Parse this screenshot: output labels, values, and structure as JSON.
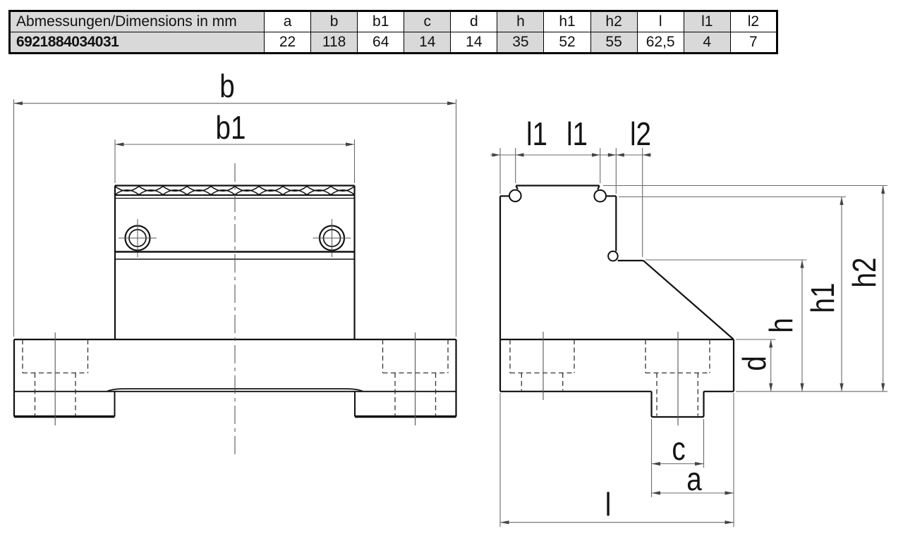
{
  "table": {
    "header_label": "Abmessungen/Dimensions in mm",
    "row_label": "6921884034031",
    "columns": [
      {
        "name": "a",
        "value": "22"
      },
      {
        "name": "b",
        "value": "118"
      },
      {
        "name": "b1",
        "value": "64"
      },
      {
        "name": "c",
        "value": "14"
      },
      {
        "name": "d",
        "value": "14"
      },
      {
        "name": "h",
        "value": "35"
      },
      {
        "name": "h1",
        "value": "52"
      },
      {
        "name": "h2",
        "value": "55"
      },
      {
        "name": "l",
        "value": "62,5"
      },
      {
        "name": "l1",
        "value": "4"
      },
      {
        "name": "l2",
        "value": "7"
      }
    ]
  },
  "front_view": {
    "labels": {
      "b": "b",
      "b1": "b1"
    }
  },
  "side_view": {
    "labels": {
      "l1_left": "l1",
      "l1_right": "l1",
      "l2": "l2",
      "h": "h",
      "h1": "h1",
      "h2": "h2",
      "d": "d",
      "c": "c",
      "a": "a",
      "l": "l"
    }
  },
  "colors": {
    "outline": "#111111",
    "dim_line": "#6a6a6a",
    "table_shade": "#d9d9d9"
  }
}
